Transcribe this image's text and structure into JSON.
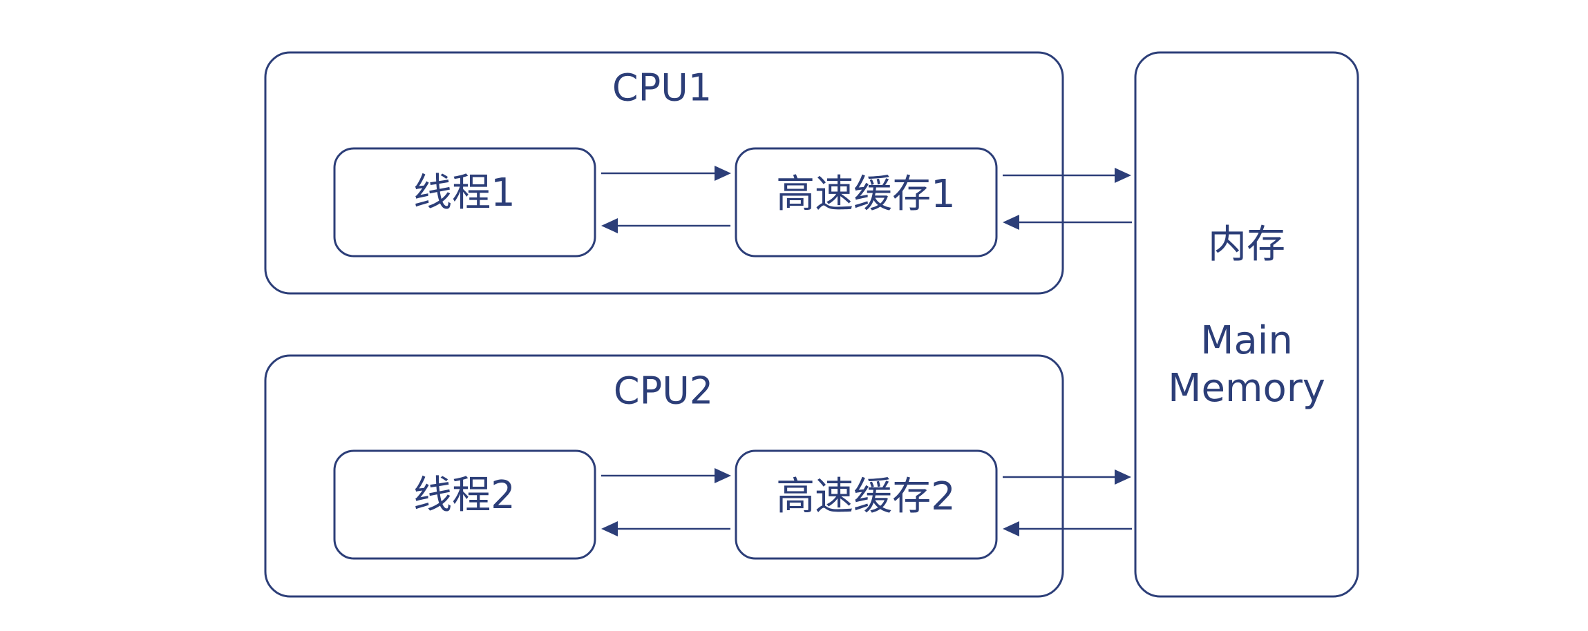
{
  "colors": {
    "stroke": "#2c3e78",
    "background": "#ffffff"
  },
  "cpu1": {
    "title": "CPU1",
    "thread": "线程1",
    "cache": "高速缓存1"
  },
  "cpu2": {
    "title": "CPU2",
    "thread": "线程2",
    "cache": "高速缓存2"
  },
  "memory": {
    "label_cn": "内存",
    "label_en_line1": "Main",
    "label_en_line2": "Memory"
  }
}
